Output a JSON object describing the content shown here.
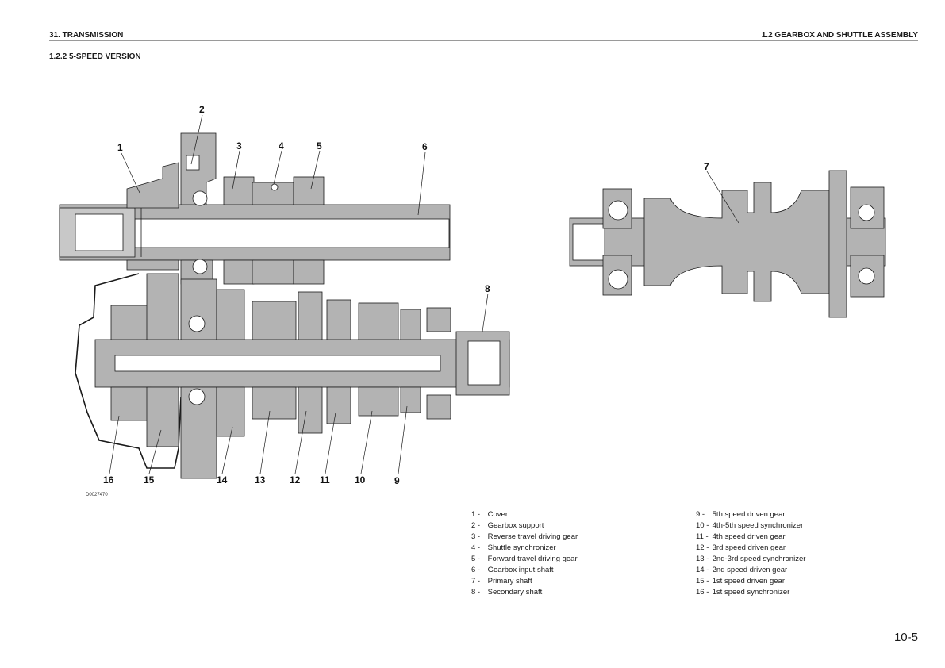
{
  "header": {
    "left": "31. TRANSMISSION",
    "right": "1.2 GEARBOX AND SHUTTLE ASSEMBLY"
  },
  "section_title": "1.2.2 5-SPEED VERSION",
  "diagram": {
    "drawing_code": "D0027470",
    "callouts": [
      "1",
      "2",
      "3",
      "4",
      "5",
      "6",
      "7",
      "8",
      "9",
      "10",
      "11",
      "12",
      "13",
      "14",
      "15",
      "16"
    ]
  },
  "legend": {
    "left": [
      {
        "num": "1 -",
        "label": "Cover"
      },
      {
        "num": "2 -",
        "label": "Gearbox support"
      },
      {
        "num": "3 -",
        "label": "Reverse travel driving gear"
      },
      {
        "num": "4 -",
        "label": "Shuttle synchronizer"
      },
      {
        "num": "5 -",
        "label": "Forward travel driving gear"
      },
      {
        "num": "6 -",
        "label": "Gearbox input shaft"
      },
      {
        "num": "7 -",
        "label": "Primary shaft"
      },
      {
        "num": "8 -",
        "label": "Secondary shaft"
      }
    ],
    "right": [
      {
        "num": "9 -",
        "label": "5th speed driven gear"
      },
      {
        "num": "10 -",
        "label": "4th-5th speed synchronizer"
      },
      {
        "num": "11 -",
        "label": "4th speed driven gear"
      },
      {
        "num": "12 -",
        "label": "3rd speed driven gear"
      },
      {
        "num": "13 -",
        "label": "2nd-3rd speed synchronizer"
      },
      {
        "num": "14 -",
        "label": "2nd speed driven gear"
      },
      {
        "num": "15 -",
        "label": "1st speed driven gear"
      },
      {
        "num": "16 -",
        "label": "1st speed synchronizer"
      }
    ]
  },
  "page_number": "10-5",
  "colors": {
    "part_fill": "#b3b3b3",
    "part_stroke": "#1a1a1a",
    "bore_fill": "#ffffff"
  }
}
